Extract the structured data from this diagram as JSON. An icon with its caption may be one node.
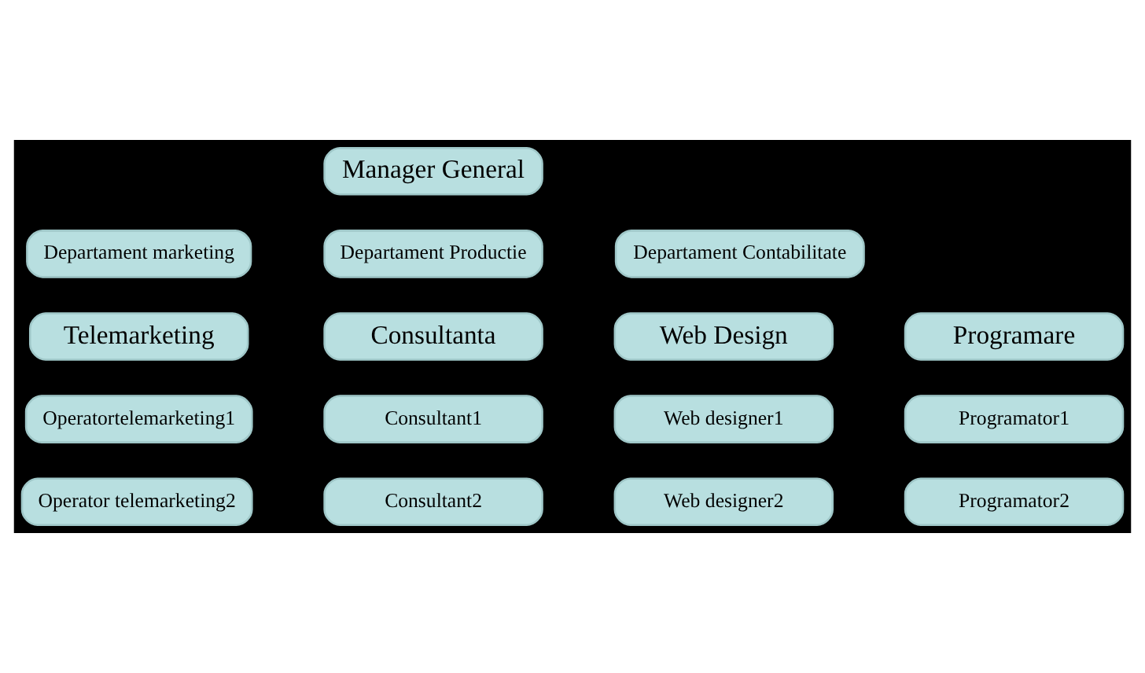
{
  "diagram": {
    "nodes": [
      {
        "text": [
          "Manager General"
        ]
      },
      {
        "text": [
          "Departament marketing"
        ]
      },
      {
        "text": [
          "Departament Productie"
        ]
      },
      {
        "text": [
          "Departament Contabilitate"
        ]
      },
      {
        "text": [
          "Telemarketing"
        ]
      },
      {
        "text": [
          "Consultanta"
        ]
      },
      {
        "text": [
          "Web Design"
        ]
      },
      {
        "text": [
          "Programare"
        ]
      },
      {
        "text": [
          "Operatortelemarketing1"
        ]
      },
      {
        "text": [
          "Consultant1"
        ]
      },
      {
        "text": [
          "Web designer1"
        ]
      },
      {
        "text": [
          "Programator1"
        ]
      },
      {
        "text": [
          "Operator telemarketing2"
        ]
      },
      {
        "text": [
          "Consultant2"
        ]
      },
      {
        "text": [
          "Web designer2"
        ]
      },
      {
        "text": [
          "Programator2"
        ]
      }
    ]
  }
}
